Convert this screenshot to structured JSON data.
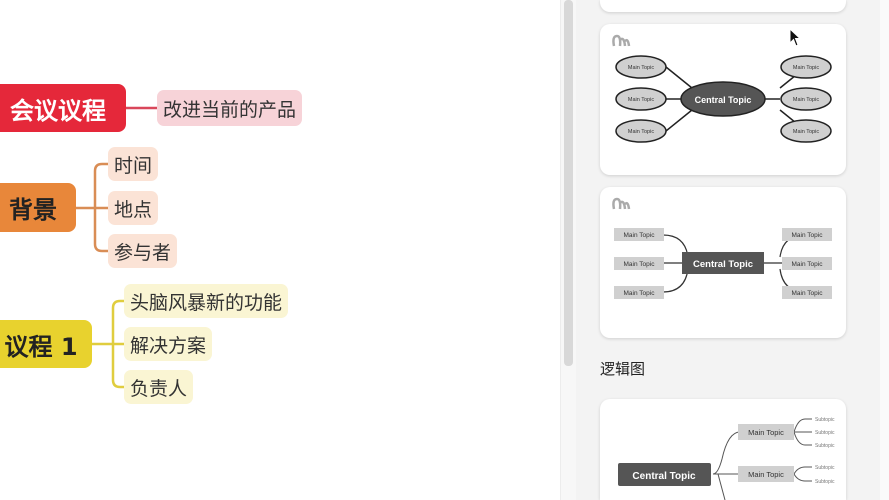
{
  "mindmap": {
    "branches": [
      {
        "label": "会议议程",
        "color": "#e5283a",
        "children": [
          {
            "label": "改进当前的产品"
          }
        ]
      },
      {
        "label": "背景",
        "color": "#e8873a",
        "children": [
          {
            "label": "时间"
          },
          {
            "label": "地点"
          },
          {
            "label": "参与者"
          }
        ]
      },
      {
        "label": "议程 1",
        "color": "#e8d22e",
        "children": [
          {
            "label": "头脑风暴新的功能"
          },
          {
            "label": "解决方案"
          },
          {
            "label": "负责人"
          }
        ]
      }
    ]
  },
  "panel": {
    "section_label": "逻辑图",
    "templates": [
      {
        "central": "Central Topic",
        "main": "Main Topic",
        "style": "hand-drawn ellipse"
      },
      {
        "central": "Central Topic",
        "main": "Main Topic",
        "style": "hand-drawn rectangle"
      },
      {
        "central": "Central Topic",
        "main": "Main Topic",
        "sub": "Subtopic",
        "style": "logic chart"
      }
    ]
  }
}
